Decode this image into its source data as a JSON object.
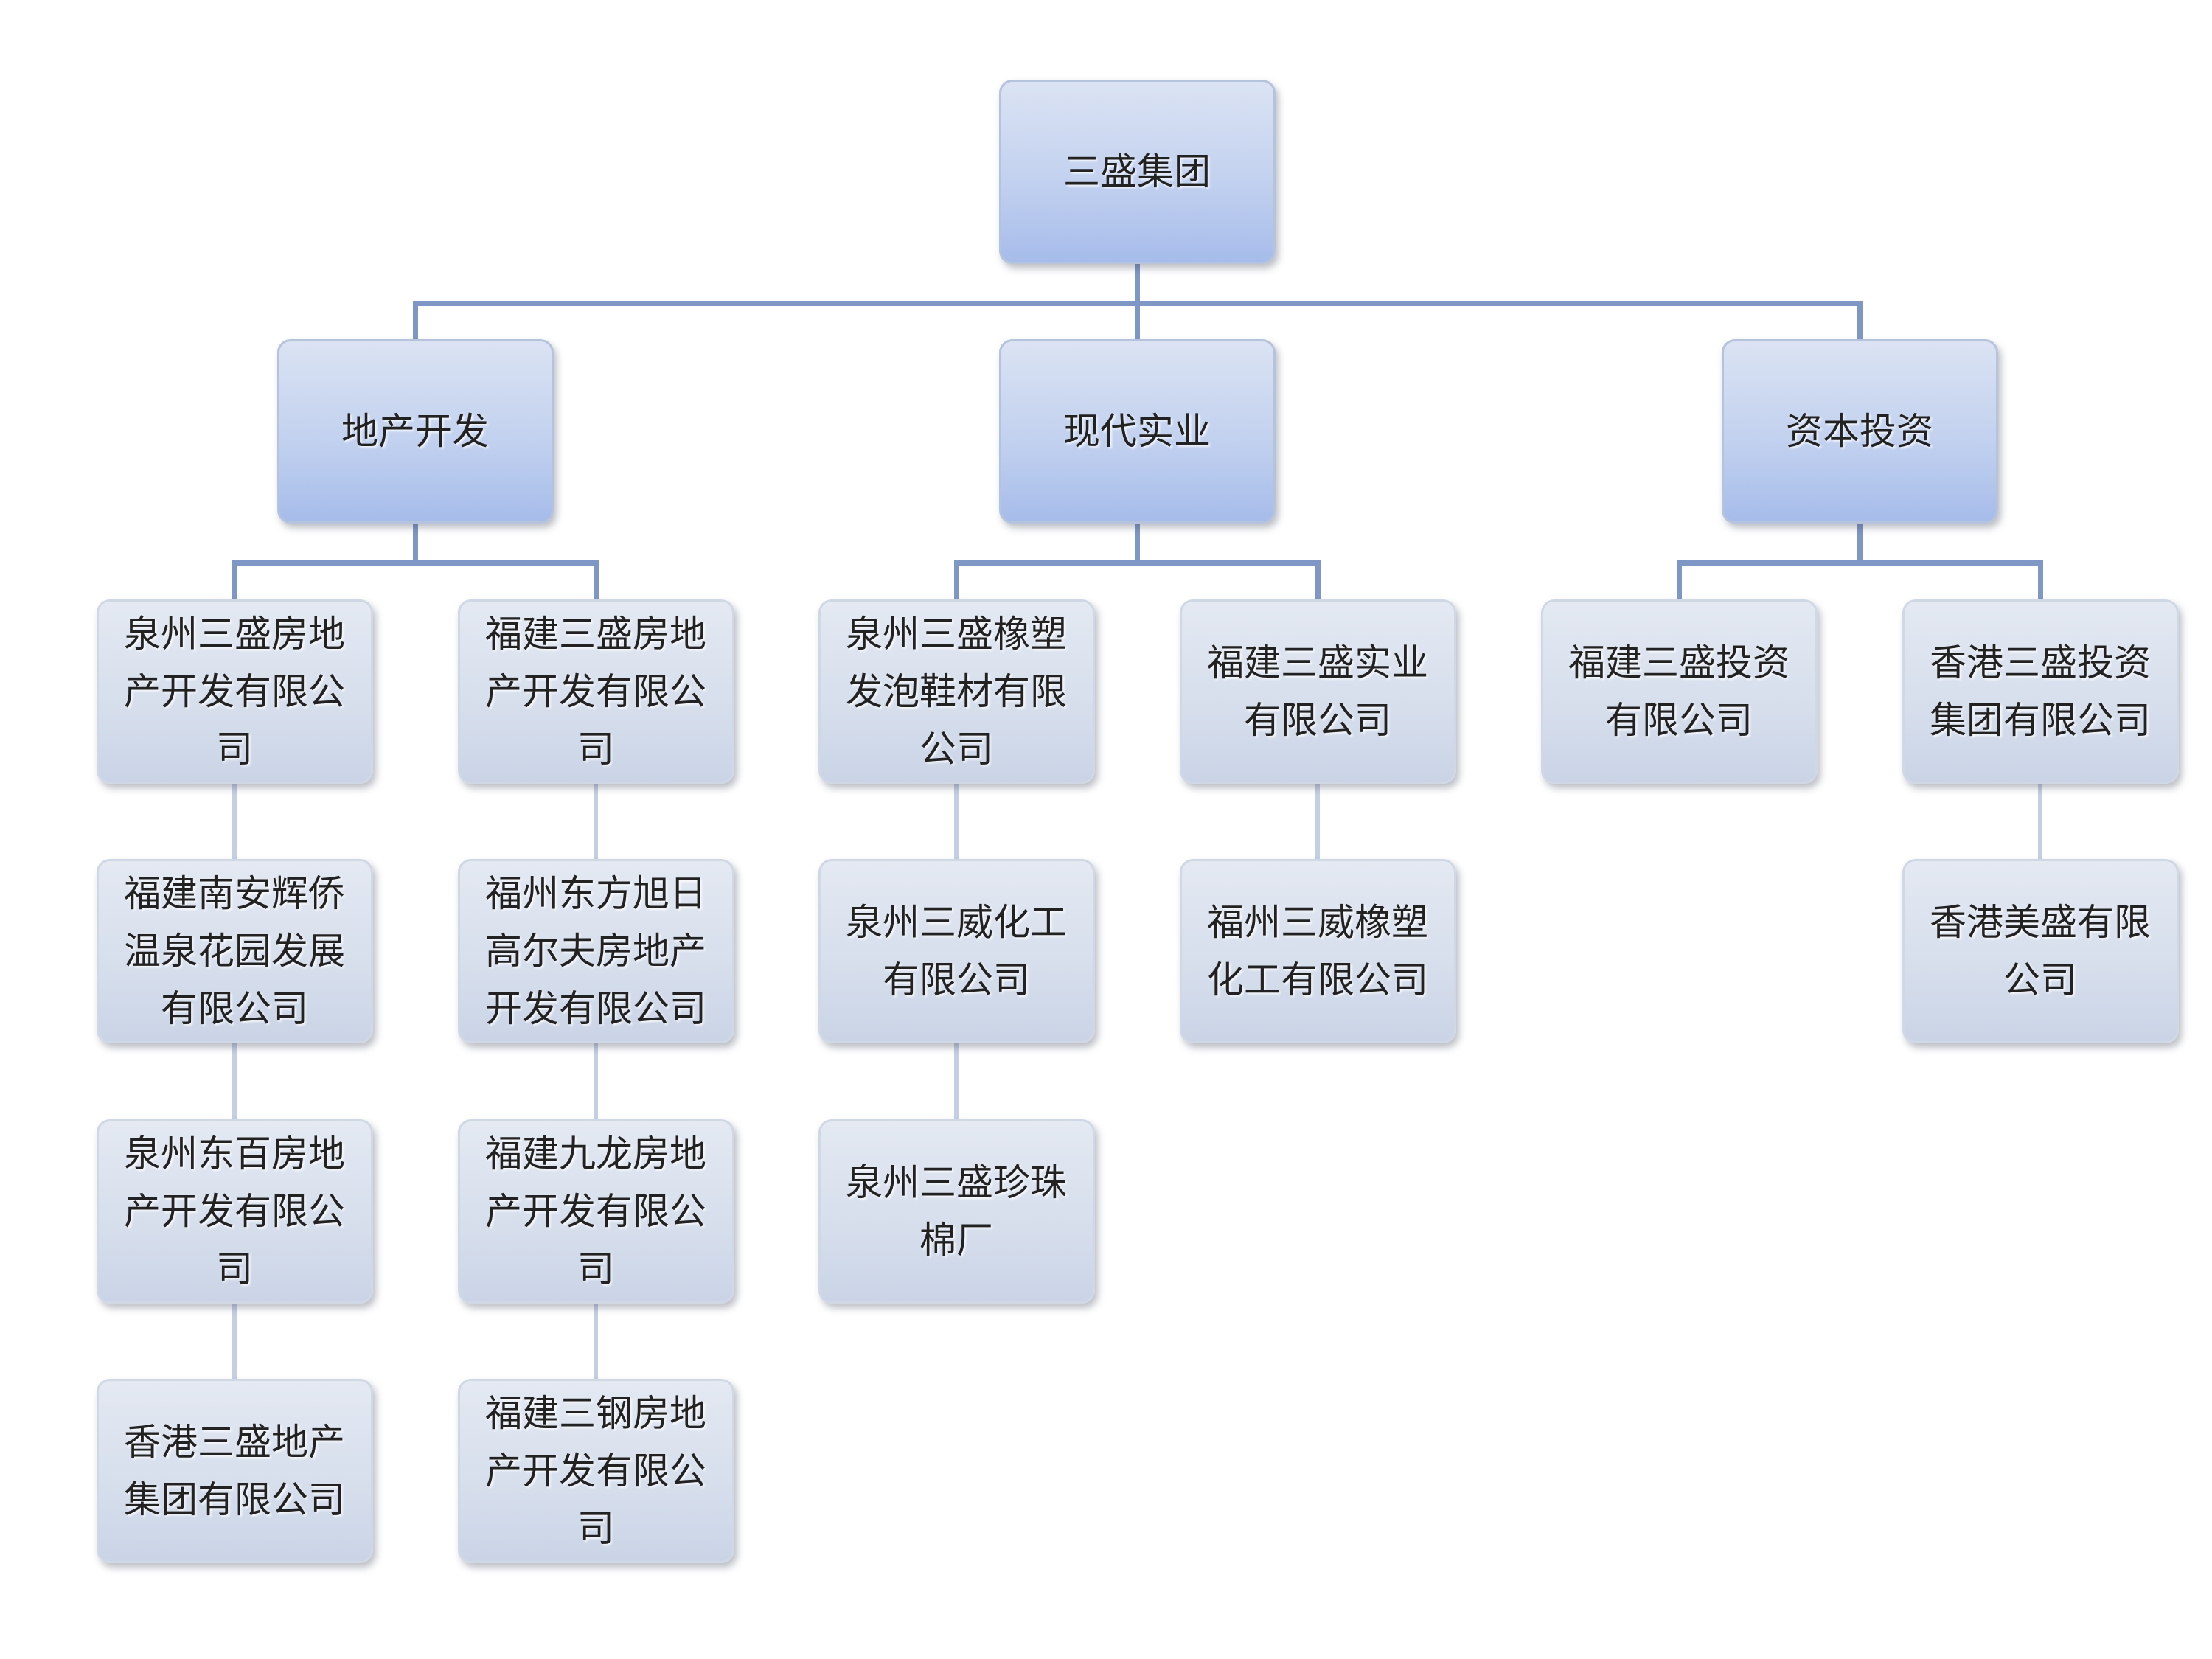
{
  "org_chart": {
    "root": {
      "label": "三盛集团",
      "children": [
        {
          "label": "地产开发",
          "children": [
            {
              "label": "泉州三盛房地产开发有限公司",
              "descendants": [
                "福建南安辉侨温泉花园发展有限公司",
                "泉州东百房地产开发有限公司",
                "香港三盛地产集团有限公司"
              ]
            },
            {
              "label": "福建三盛房地产开发有限公司",
              "descendants": [
                "福州东方旭日高尔夫房地产开发有限公司",
                "福建九龙房地产开发有限公司",
                "福建三钢房地产开发有限公司"
              ]
            }
          ]
        },
        {
          "label": "现代实业",
          "children": [
            {
              "label": "泉州三盛橡塑发泡鞋材有限公司",
              "descendants": [
                "泉州三威化工有限公司",
                "泉州三盛珍珠棉厂"
              ]
            },
            {
              "label": "福建三盛实业有限公司",
              "descendants": [
                "福州三威橡塑化工有限公司"
              ]
            }
          ]
        },
        {
          "label": "资本投资",
          "children": [
            {
              "label": "福建三盛投资有限公司",
              "descendants": []
            },
            {
              "label": "香港三盛投资集团有限公司",
              "descendants": [
                "香港美盛有限公司"
              ]
            }
          ]
        }
      ]
    }
  }
}
